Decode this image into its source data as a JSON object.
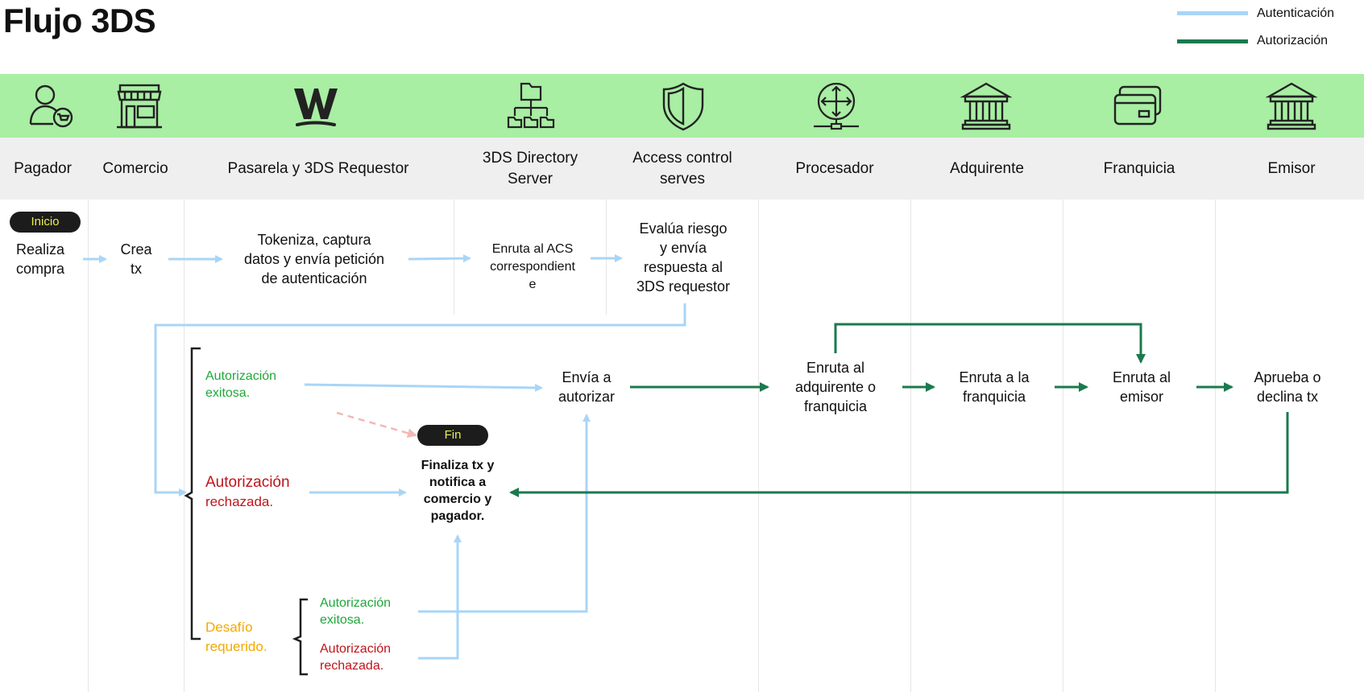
{
  "title": "Flujo 3DS",
  "legend": [
    {
      "label": "Autenticación",
      "color": "#a9d5f7"
    },
    {
      "label": "Autorización",
      "color": "#1a7a4e"
    }
  ],
  "columns": [
    {
      "label": "Pagador",
      "icon": "user-cart-icon"
    },
    {
      "label": "Comercio",
      "icon": "store-icon"
    },
    {
      "label": "Pasarela y 3DS Requestor",
      "icon": "w-logo-icon"
    },
    {
      "label": "3DS Directory Server",
      "icon": "directory-tree-icon"
    },
    {
      "label": "Access control serves",
      "icon": "shield-icon"
    },
    {
      "label": "Procesador",
      "icon": "router-globe-icon"
    },
    {
      "label": "Adquirente",
      "icon": "bank-icon"
    },
    {
      "label": "Franquicia",
      "icon": "credit-card-icon"
    },
    {
      "label": "Emisor",
      "icon": "bank-icon"
    }
  ],
  "labels": {
    "col_3ds_line1": "3DS Directory",
    "col_3ds_line2": "Server",
    "col_acs_line1": "Access control",
    "col_acs_line2": "serves"
  },
  "badges": {
    "start": "Inicio",
    "end": "Fin"
  },
  "nodes": {
    "pagador_1": "Realiza",
    "pagador_2": "compra",
    "comercio_1": "Crea",
    "comercio_2": "tx",
    "pasarela_1": "Tokeniza, captura",
    "pasarela_2": "datos y envía petición",
    "pasarela_3": "de autenticación",
    "ds_1": "Enruta al ACS",
    "ds_2": "correspondient",
    "ds_3": "e",
    "acs_1": "Evalúa riesgo",
    "acs_2": "y envía",
    "acs_3": "respuesta al",
    "acs_4": "3DS requestor",
    "envia_1": "Envía a",
    "envia_2": "autorizar",
    "proc_1": "Enruta al",
    "proc_2": "adquirente o",
    "proc_3": "franquicia",
    "adq_1": "Enruta a la",
    "adq_2": "franquicia",
    "fra_1": "Enruta al",
    "fra_2": "emisor",
    "emi_1": "Aprueba o",
    "emi_2": "declina tx",
    "fin_1": "Finaliza tx y",
    "fin_2": "notifica a",
    "fin_3": "comercio y",
    "fin_4": "pagador."
  },
  "outcomes": {
    "ok1_1": "Autorización",
    "ok1_2": "exitosa.",
    "rej1_1": "Autorización",
    "rej1_2": "rechazada.",
    "chal_1": "Desafío",
    "chal_2": "requerido.",
    "ok2_1": "Autorización",
    "ok2_2": "exitosa.",
    "rej2_1": "Autorización",
    "rej2_2": "rechazada."
  }
}
